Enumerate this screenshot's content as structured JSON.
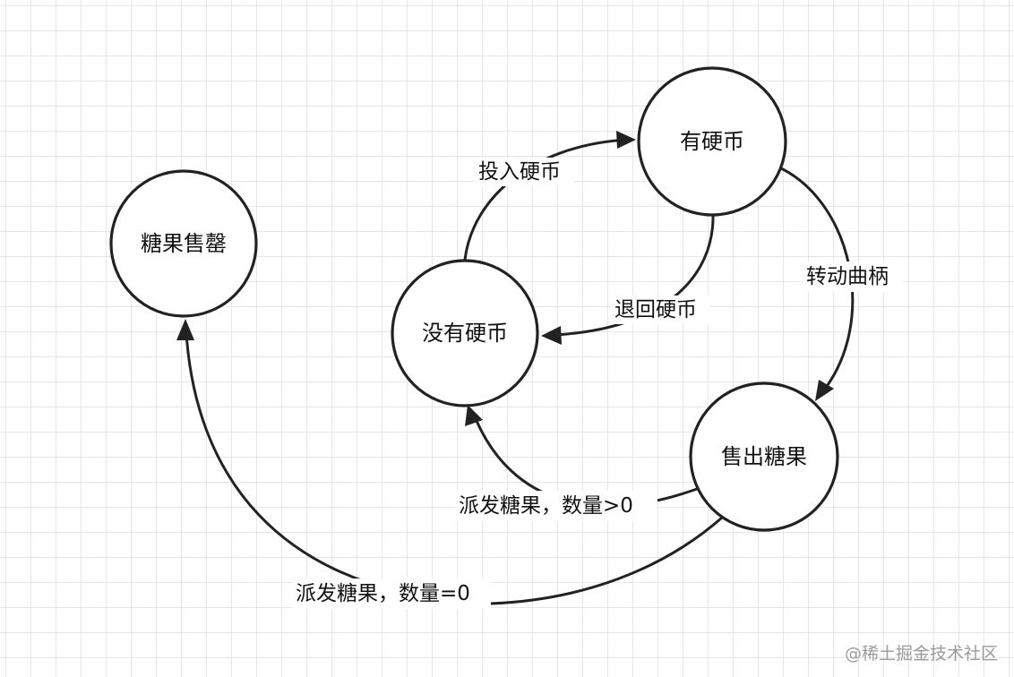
{
  "states": {
    "sold_out": "糖果售罄",
    "no_coin": "没有硬币",
    "has_coin": "有硬币",
    "sold": "售出糖果"
  },
  "transitions": {
    "insert_coin": "投入硬币",
    "eject_coin": "退回硬币",
    "turn_crank": "转动曲柄",
    "dispense_count_gt_zero": "派发糖果，数量>0",
    "dispense_count_zero": "派发糖果，数量=0"
  },
  "watermark": "@稀土掘金技术社区"
}
